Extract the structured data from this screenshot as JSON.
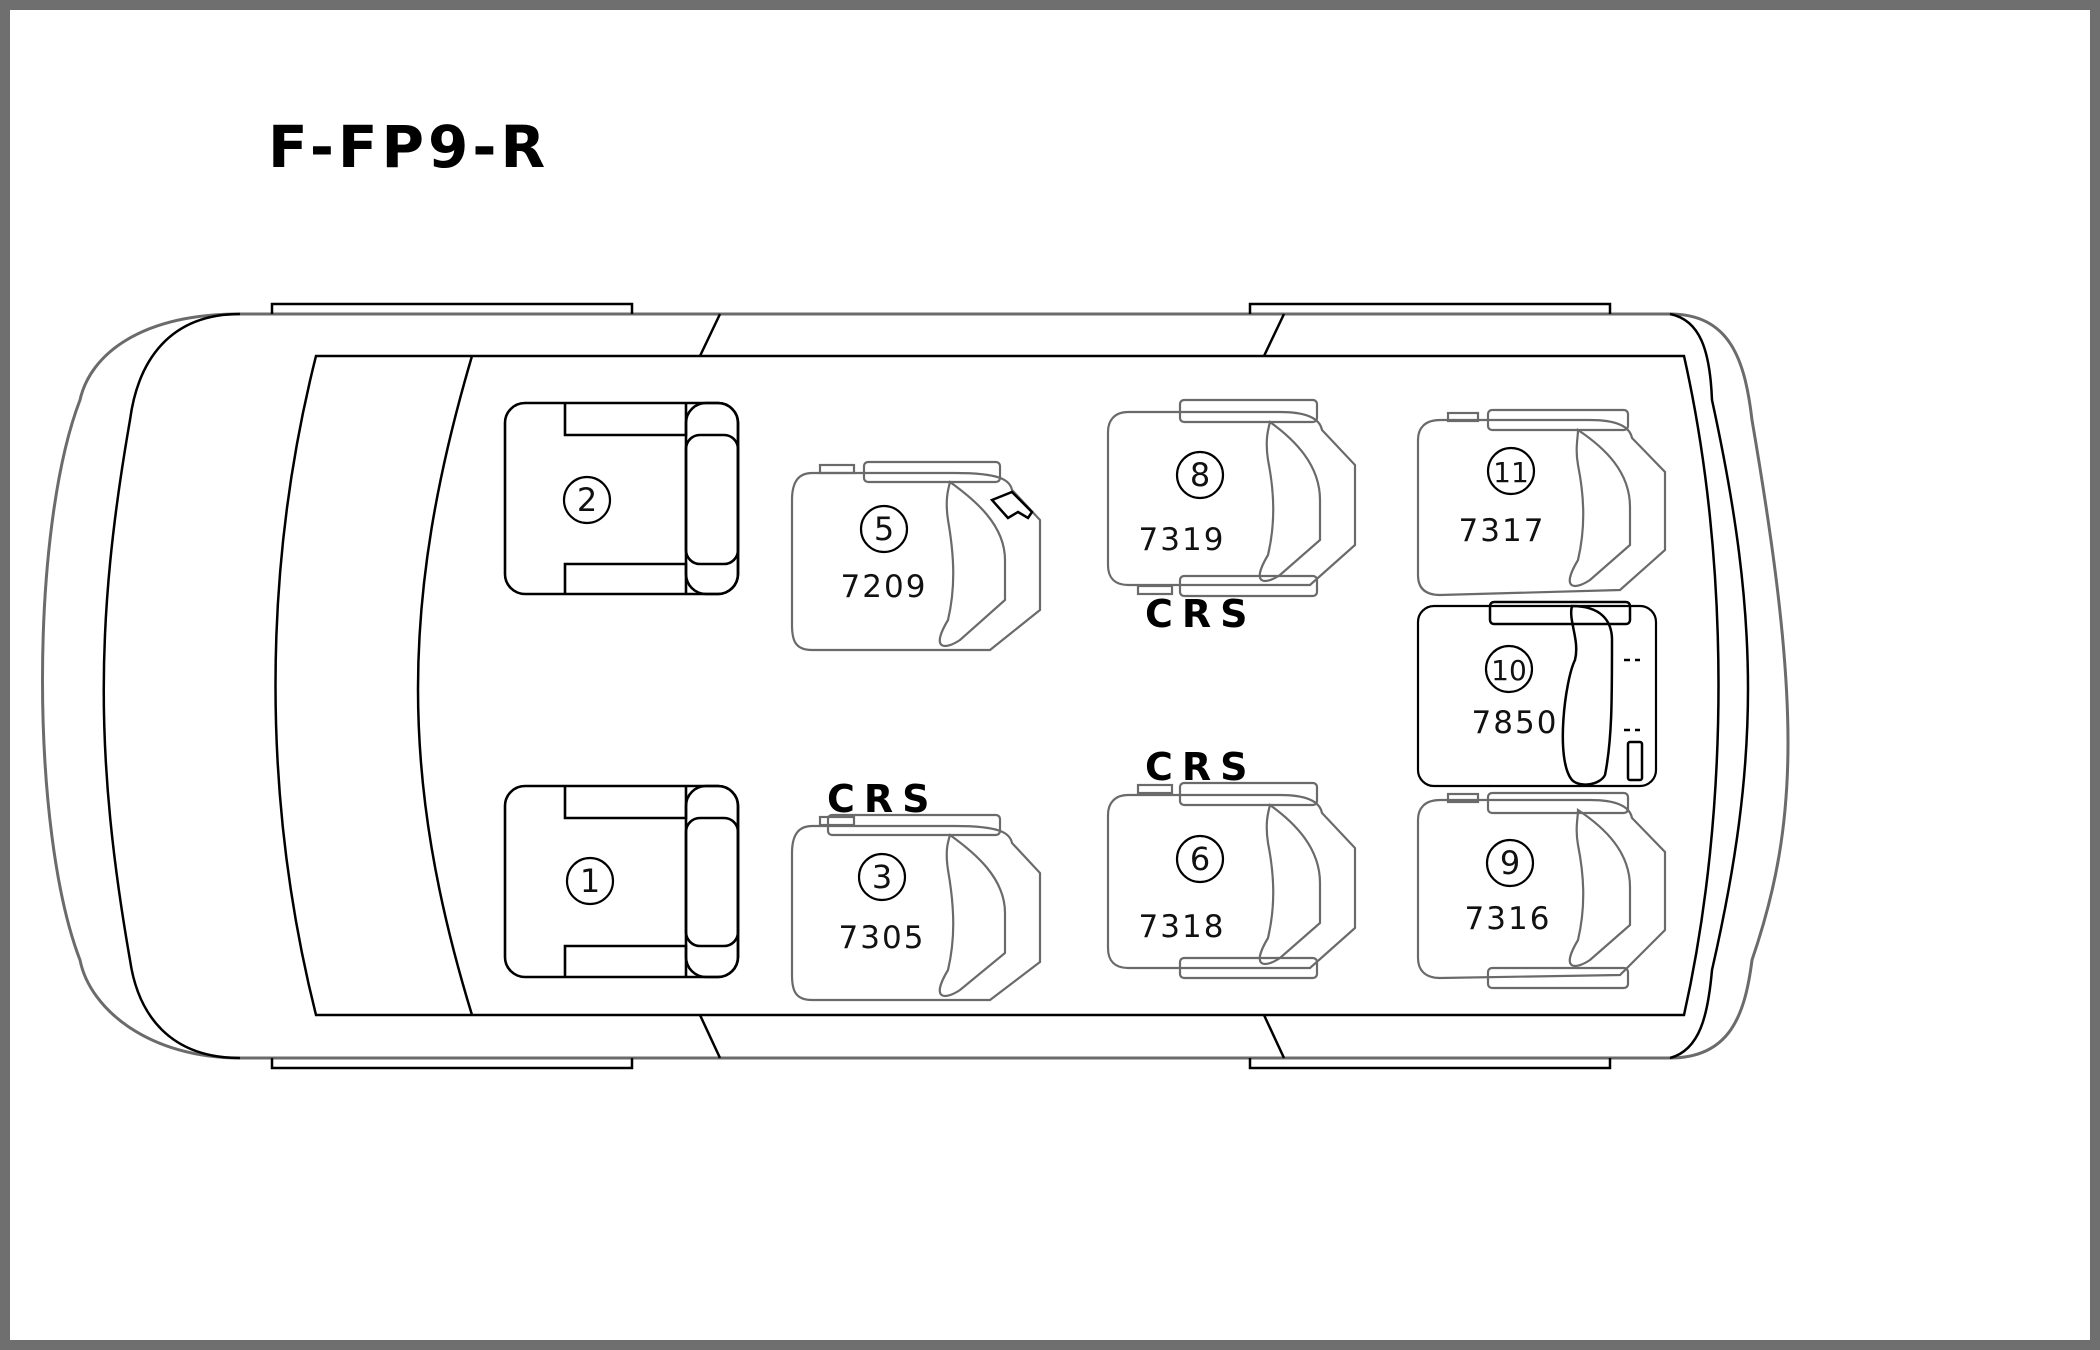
{
  "layout": {
    "title": "F-FP9-R"
  },
  "seats": [
    {
      "id": "1",
      "number": "1",
      "code": ""
    },
    {
      "id": "2",
      "number": "2",
      "code": ""
    },
    {
      "id": "3",
      "number": "3",
      "code": "7305"
    },
    {
      "id": "5",
      "number": "5",
      "code": "7209"
    },
    {
      "id": "6",
      "number": "6",
      "code": "7318"
    },
    {
      "id": "8",
      "number": "8",
      "code": "7319"
    },
    {
      "id": "9",
      "number": "9",
      "code": "7316"
    },
    {
      "id": "10",
      "number": "10",
      "code": "7850"
    },
    {
      "id": "11",
      "number": "11",
      "code": "7317"
    }
  ],
  "crs_labels": [
    {
      "seat": "3",
      "text": "CRS"
    },
    {
      "seat": "6",
      "text": "CRS"
    },
    {
      "seat": "8",
      "text": "CRS"
    }
  ],
  "colors": {
    "frame": "#6f6f6f",
    "outline": "#000000",
    "seat_outline": "#6a6a6a"
  }
}
